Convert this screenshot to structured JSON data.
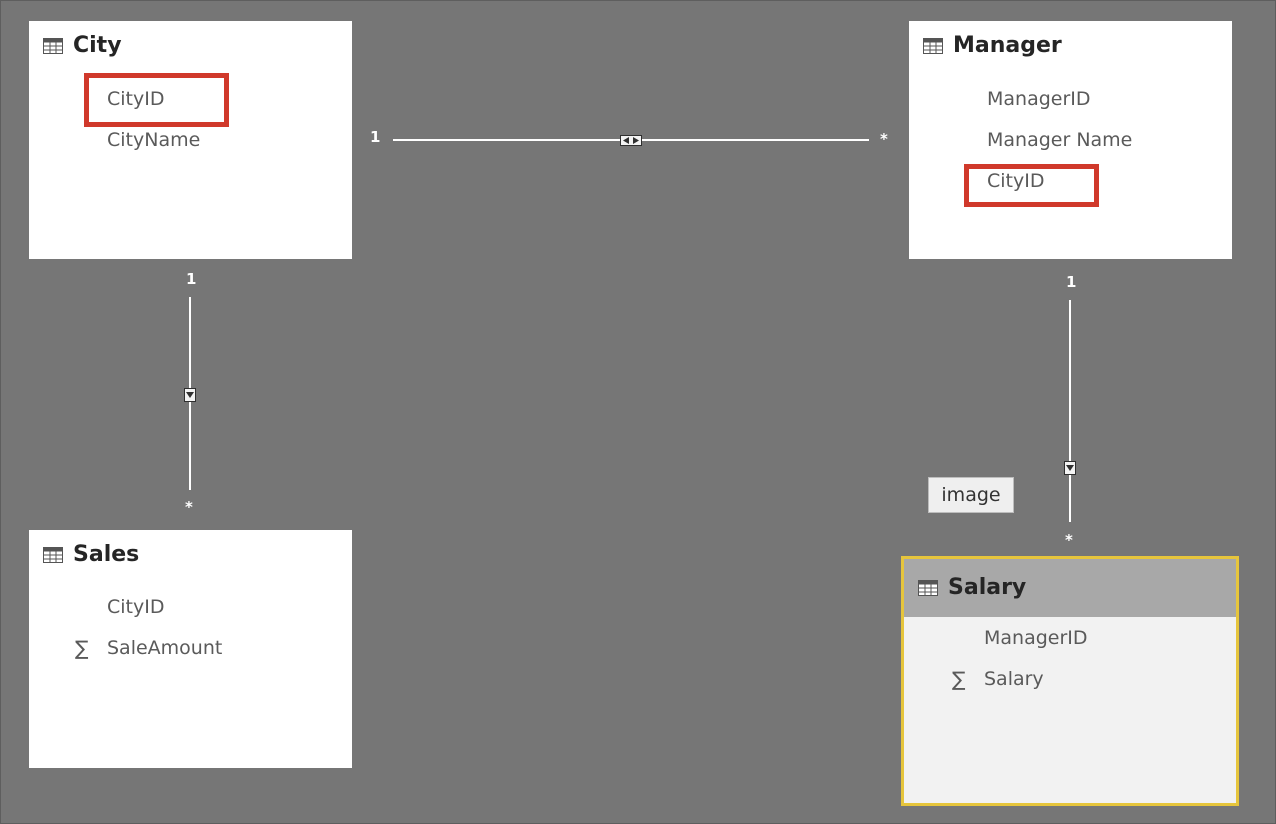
{
  "tables": {
    "city": {
      "name": "City",
      "fields": [
        "CityID",
        "CityName"
      ]
    },
    "manager": {
      "name": "Manager",
      "fields": [
        "ManagerID",
        "Manager Name",
        "CityID"
      ]
    },
    "sales": {
      "name": "Sales",
      "fields": [
        "CityID",
        "SaleAmount"
      ]
    },
    "salary": {
      "name": "Salary",
      "fields": [
        "ManagerID",
        "Salary"
      ]
    }
  },
  "relationships": {
    "city_manager": {
      "from_card": "1",
      "to_card": "*",
      "filter": "both"
    },
    "city_sales": {
      "from_card": "1",
      "to_card": "*",
      "filter": "single"
    },
    "manager_salary": {
      "from_card": "1",
      "to_card": "*",
      "filter": "single"
    }
  },
  "tooltip": {
    "text": "image"
  },
  "colors": {
    "canvas": "#767676",
    "highlight_box": "#d0392b",
    "selected_outline": "#e6c53c",
    "selected_header": "#a8a8a8"
  },
  "icons": {
    "table": "table-grid-icon",
    "measure": "sigma-icon",
    "filter": "filter-direction-icon"
  },
  "symbols": {
    "sigma": "∑"
  }
}
